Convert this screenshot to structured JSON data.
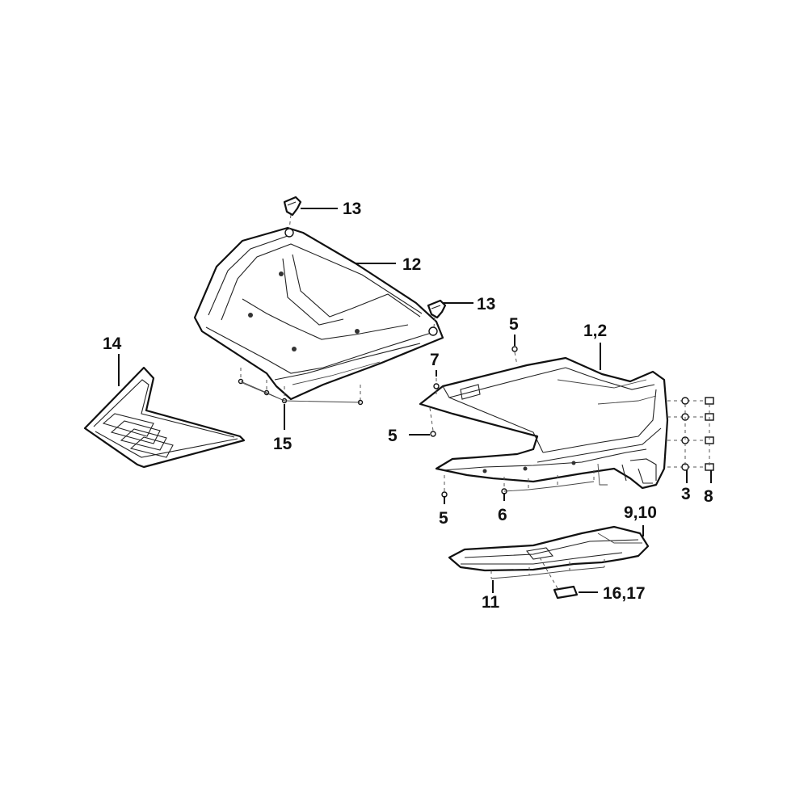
{
  "callouts": {
    "c13a": "13",
    "c12": "12",
    "c13b": "13",
    "c14": "14",
    "c15": "15",
    "c5a": "5",
    "c12b": "1,2",
    "c7": "7",
    "c5b": "5",
    "c3": "3",
    "c8": "8",
    "c5c": "5",
    "c6": "6",
    "c910": "9,10",
    "c11": "11",
    "c1617": "16,17"
  },
  "colors": {
    "line": "#111111",
    "background": "#ffffff"
  }
}
